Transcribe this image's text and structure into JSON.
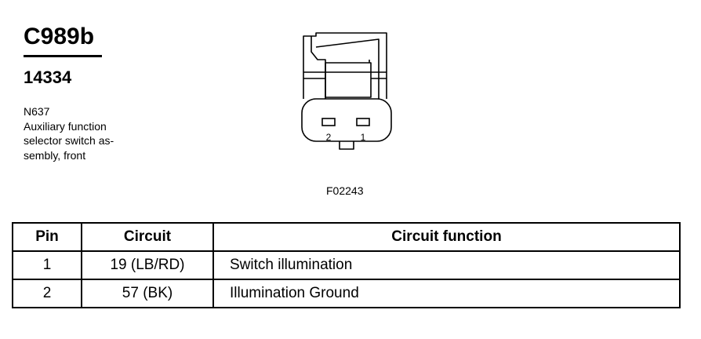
{
  "header": {
    "connector_id": "C989b",
    "part_number": "14334",
    "description_lines": [
      "N637",
      "Auxiliary function",
      "selector switch as-",
      "sembly, front"
    ]
  },
  "diagram": {
    "pin_labels": [
      "2",
      "1"
    ],
    "figure_code": "F02243"
  },
  "table": {
    "headers": [
      "Pin",
      "Circuit",
      "Circuit function"
    ],
    "rows": [
      {
        "pin": "1",
        "circuit": "19 (LB/RD)",
        "function": "Switch illumination"
      },
      {
        "pin": "2",
        "circuit": "57 (BK)",
        "function": "Illumination Ground"
      }
    ]
  }
}
